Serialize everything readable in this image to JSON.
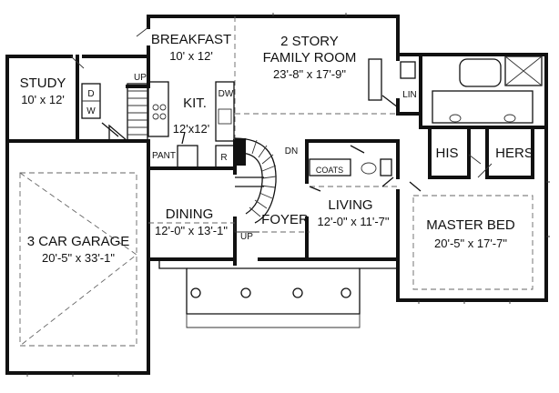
{
  "rooms": {
    "breakfast": {
      "name": "BREAKFAST",
      "size": "10' x 12'"
    },
    "family_room": {
      "name_line1": "2 STORY",
      "name_line2": "FAMILY ROOM",
      "size": "23'-8\" x 17'-9\""
    },
    "study": {
      "name": "STUDY",
      "size": "10' x 12'"
    },
    "kitchen": {
      "name": "KIT.",
      "size": "12'x12'"
    },
    "garage": {
      "name": "3 CAR GARAGE",
      "size": "20'-5\" x 33'-1\""
    },
    "dining": {
      "name": "DINING",
      "size": "12'-0\" x 13'-1\""
    },
    "foyer": {
      "name": "FOYER"
    },
    "living": {
      "name": "LIVING",
      "size": "12'-0\" x 11'-7\""
    },
    "master_bed": {
      "name": "MASTER BED",
      "size": "20'-5\" x 17'-7\""
    },
    "his": {
      "name": "HIS"
    },
    "hers": {
      "name": "HERS"
    }
  },
  "fixtures": {
    "up_top": "UP",
    "up_bottom": "UP",
    "dn": "DN",
    "dw": "DW",
    "pant": "PANT",
    "r": "R",
    "coats": "COATS",
    "lin": "LIN",
    "d": "D",
    "w": "W"
  }
}
